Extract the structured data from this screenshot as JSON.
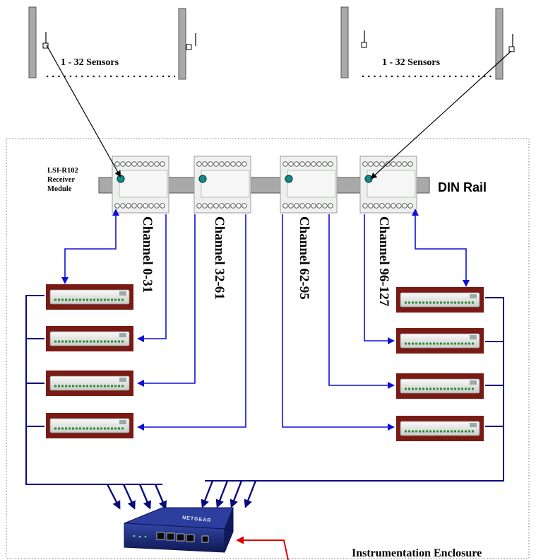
{
  "diagram": {
    "sensor_group_left_label": "1 - 32 Sensors",
    "sensor_group_right_label": "1 - 32 Sensors",
    "receiver_label_lines": [
      "LSI-R102",
      "Receiver",
      "Module"
    ],
    "din_rail_label": "DIN Rail",
    "channels": [
      "Channel  0-31",
      "Channel  32-61",
      "Channel  62-95",
      "Channel  96-127"
    ],
    "enclosure_label": "Instrumentation Enclosure",
    "switch_brand": "NETGEAR"
  },
  "colors": {
    "data_arrow": "#1010d8",
    "power_arrow": "#e00000",
    "cable": "#0a0a80",
    "pole": "#a8a8a8",
    "module_case": "#eef0ee",
    "module_border": "#b04040",
    "led": "#138a8a",
    "switch_body": "#1b2a7a"
  }
}
